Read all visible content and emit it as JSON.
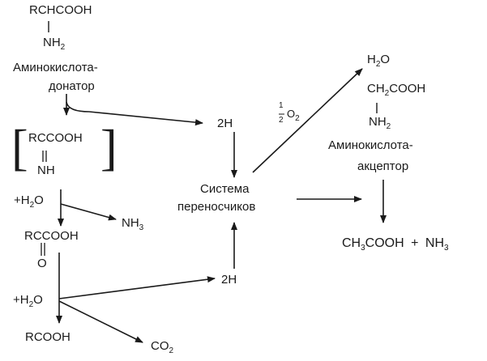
{
  "donor": {
    "formula": "RCHCOOH",
    "amino_group": "NH",
    "amino_sub": "2",
    "caption_line1": "Аминокислота-",
    "caption_line2": "донатор"
  },
  "imino_acid": {
    "formula": "RCCOOH",
    "group": "NH"
  },
  "water_1": {
    "prefix": "+H",
    "sub": "2",
    "suffix": "O"
  },
  "ammonia_1": {
    "main": "NH",
    "sub": "3"
  },
  "keto_acid": {
    "formula": "RCCOOH",
    "group": "O"
  },
  "water_2": {
    "prefix": "+H",
    "sub": "2",
    "suffix": "O"
  },
  "acid_product": "RCOOH",
  "carbon_dioxide": {
    "main": "CO",
    "sub": "2"
  },
  "hydrogen_top": "2H",
  "hydrogen_bottom": "2H",
  "carrier_system": {
    "line1": "Система",
    "line2": "переносчиков"
  },
  "oxygen": {
    "num": "1",
    "den": "2",
    "main": "O",
    "sub": "2"
  },
  "water_product": {
    "main": "H",
    "sub": "2",
    "suffix": "O"
  },
  "acceptor": {
    "formula_main": "CH",
    "formula_sub": "2",
    "formula_suffix": "COOH",
    "amino_group": "NH",
    "amino_sub": "2",
    "caption_line1": "Аминокислота-",
    "caption_line2": "акцептор"
  },
  "final_products": {
    "acetic": "CH",
    "acetic_sub": "3",
    "acetic_suffix": "COOH",
    "plus": "+",
    "ammonia": "NH",
    "ammonia_sub": "3"
  }
}
